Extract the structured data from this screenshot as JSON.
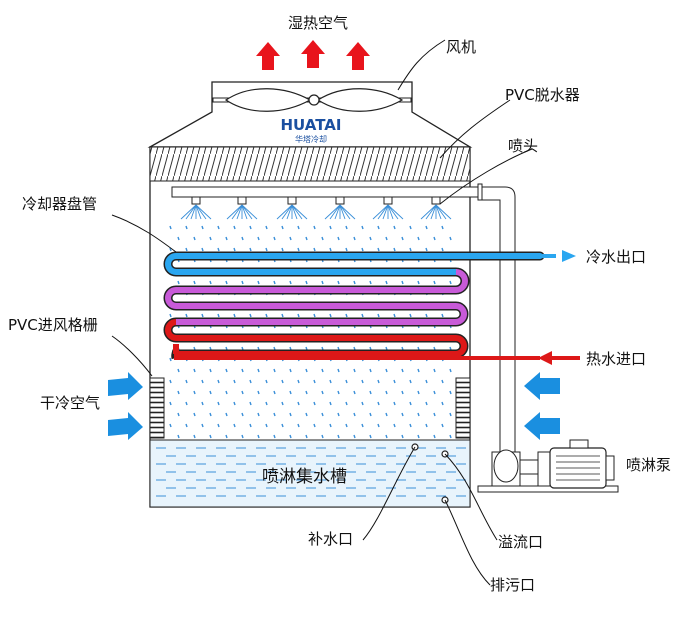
{
  "labels": {
    "humid_air": "湿热空气",
    "fan": "风机",
    "pvc_eliminator": "PVC脱水器",
    "nozzle": "喷头",
    "coil": "冷却器盘管",
    "cold_water_out": "冷水出口",
    "pvc_grille": "PVC进风格栅",
    "hot_water_in": "热水进口",
    "dry_air": "干冷空气",
    "basin": "喷淋集水槽",
    "spray_pump": "喷淋泵",
    "makeup": "补水口",
    "overflow": "溢流口",
    "drain": "排污口"
  },
  "logo": {
    "brand": "HUATAI",
    "subtitle": "华塔冷却"
  },
  "colors": {
    "hot_air_arrow": "#e8141c",
    "cold_air_arrow": "#1a8fe0",
    "cold_pipe": "#2aa6f0",
    "mid_pipe": "#c85ad8",
    "hot_pipe": "#dd1818",
    "droplet": "#3a8fd8",
    "basin_fill": "#e8f4fc",
    "logo_blue": "#1a4fa0"
  },
  "icons": {
    "air_up": "up-arrow-icon",
    "air_in": "right-arrow-icon",
    "fan": "fan-icon",
    "nozzle": "nozzle-icon",
    "pump": "pump-icon"
  }
}
